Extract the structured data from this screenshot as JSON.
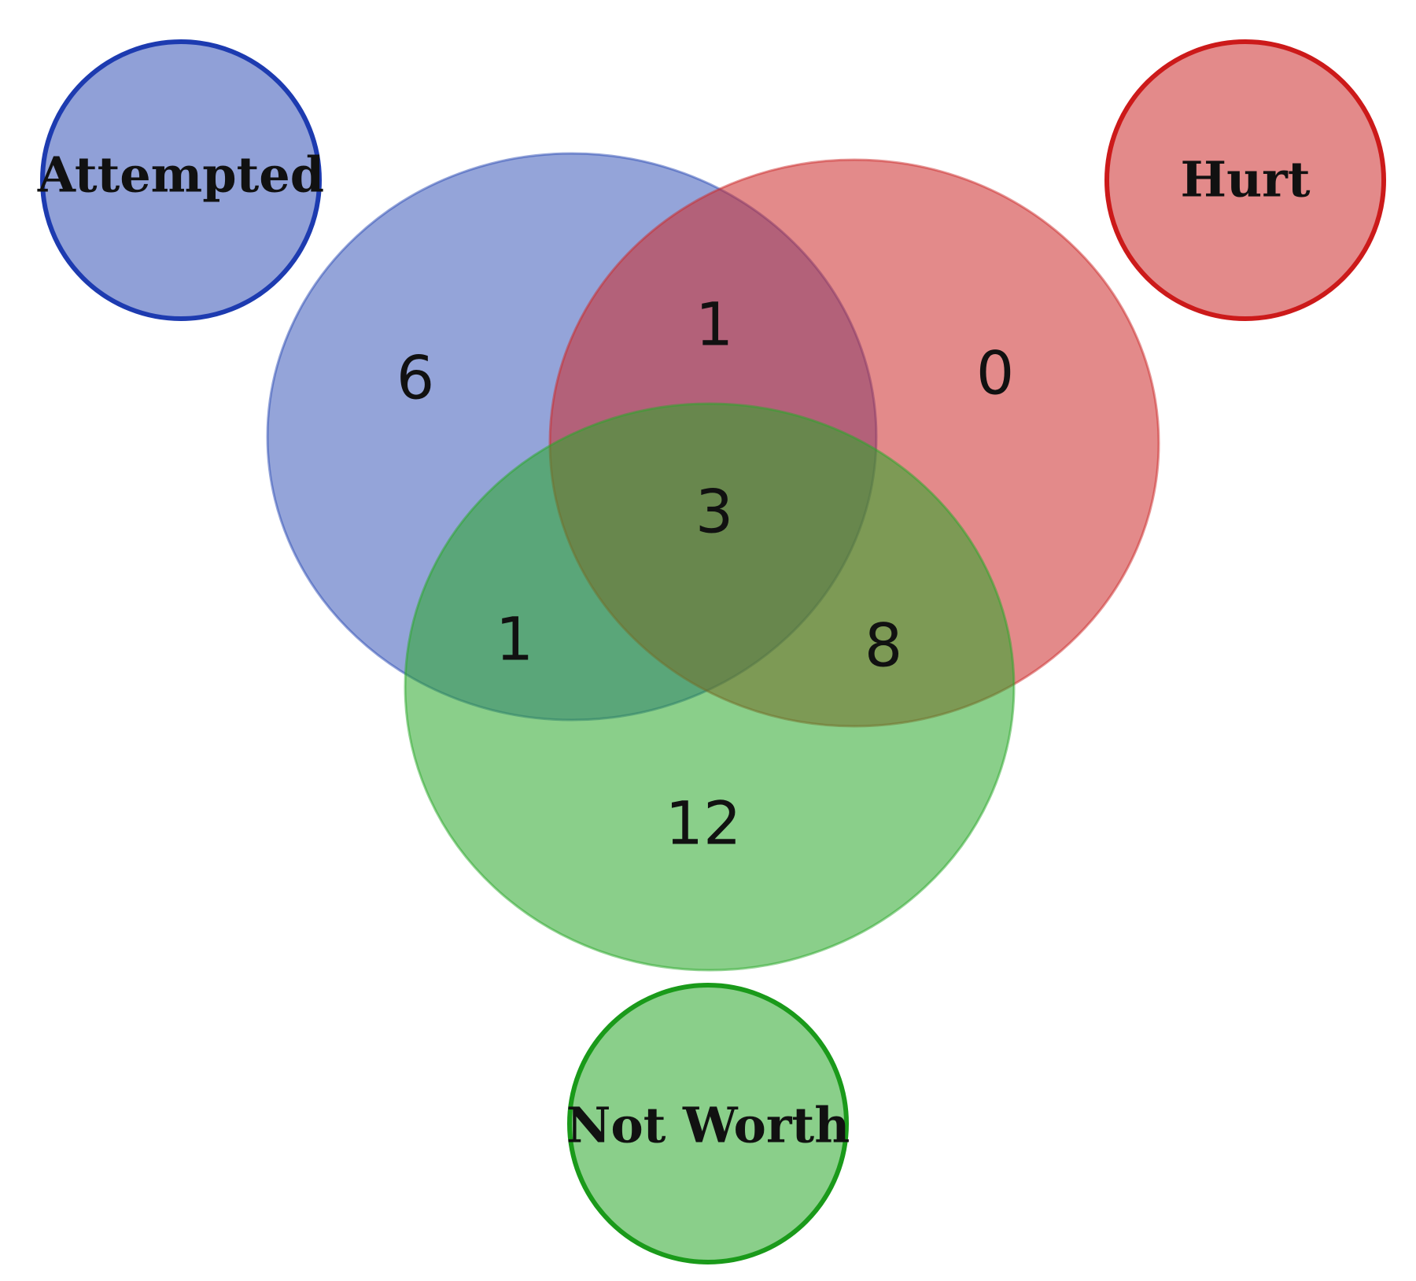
{
  "sets": {
    "attempted": {
      "label": "Attempted",
      "color": "#2a49b3"
    },
    "hurt": {
      "label": "Hurt",
      "color": "#cc2a2a"
    },
    "not_worth": {
      "label": "Not Worth",
      "color": "#2aa82a"
    }
  },
  "regions": {
    "attempted_only": "6",
    "hurt_only": "0",
    "not_worth_only": "12",
    "attempted_and_hurt": "1",
    "attempted_and_not_worth": "1",
    "hurt_and_not_worth": "8",
    "all_three": "3"
  }
}
